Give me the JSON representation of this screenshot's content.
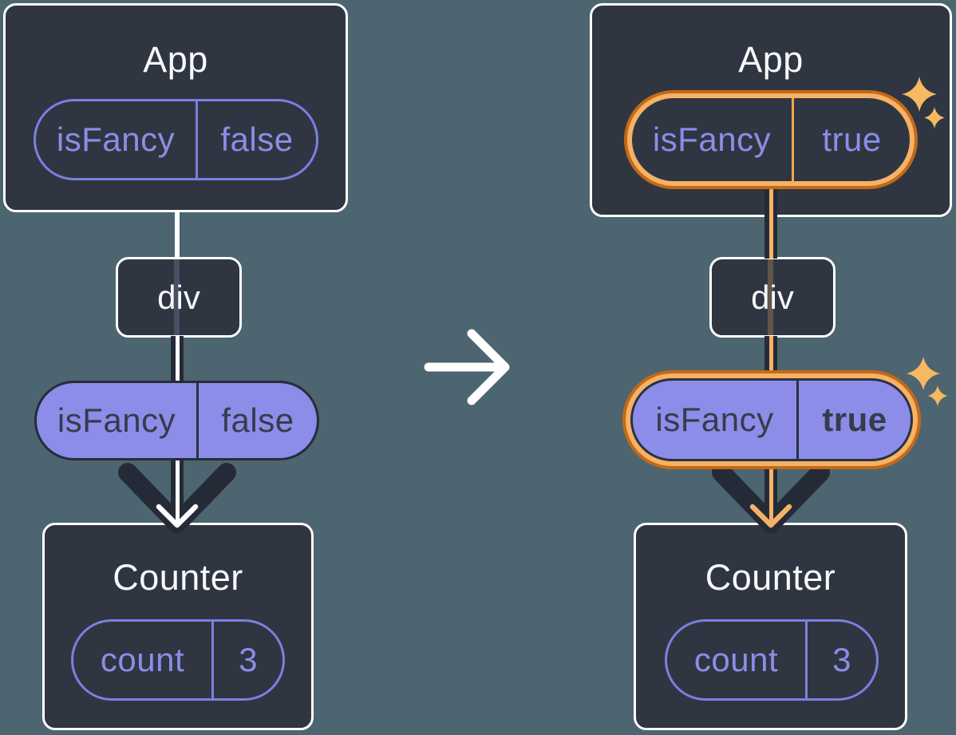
{
  "page": {
    "background_color": "#4C6570",
    "description": "before/after component tree diagram"
  },
  "colors": {
    "card_fill": "#2F3641",
    "card_border": "#FFFFFF",
    "dark_line": "#252B36",
    "purple_fill": "#8B8DE9",
    "purple_border": "#7B80E3",
    "purple_text": "#8A8EE8",
    "dark_text_on_purple": "#353C4B",
    "highlight_ring_outer": "#C46916",
    "highlight_ring_band": "#F5B266",
    "sparkle": "#F6B861",
    "white": "#FFFFFF"
  },
  "middle": {
    "arrow_icon": "right-arrow"
  },
  "left_tree": {
    "app": {
      "title": "App",
      "state_name": "isFancy",
      "state_value": "false"
    },
    "div": {
      "label": "div"
    },
    "prop": {
      "name": "isFancy",
      "value": "false"
    },
    "counter": {
      "title": "Counter",
      "state_name": "count",
      "state_value": "3"
    }
  },
  "right_tree": {
    "app": {
      "title": "App",
      "state_name": "isFancy",
      "state_value": "true"
    },
    "div": {
      "label": "div"
    },
    "prop": {
      "name": "isFancy",
      "value": "true"
    },
    "counter": {
      "title": "Counter",
      "state_name": "count",
      "state_value": "3"
    }
  }
}
